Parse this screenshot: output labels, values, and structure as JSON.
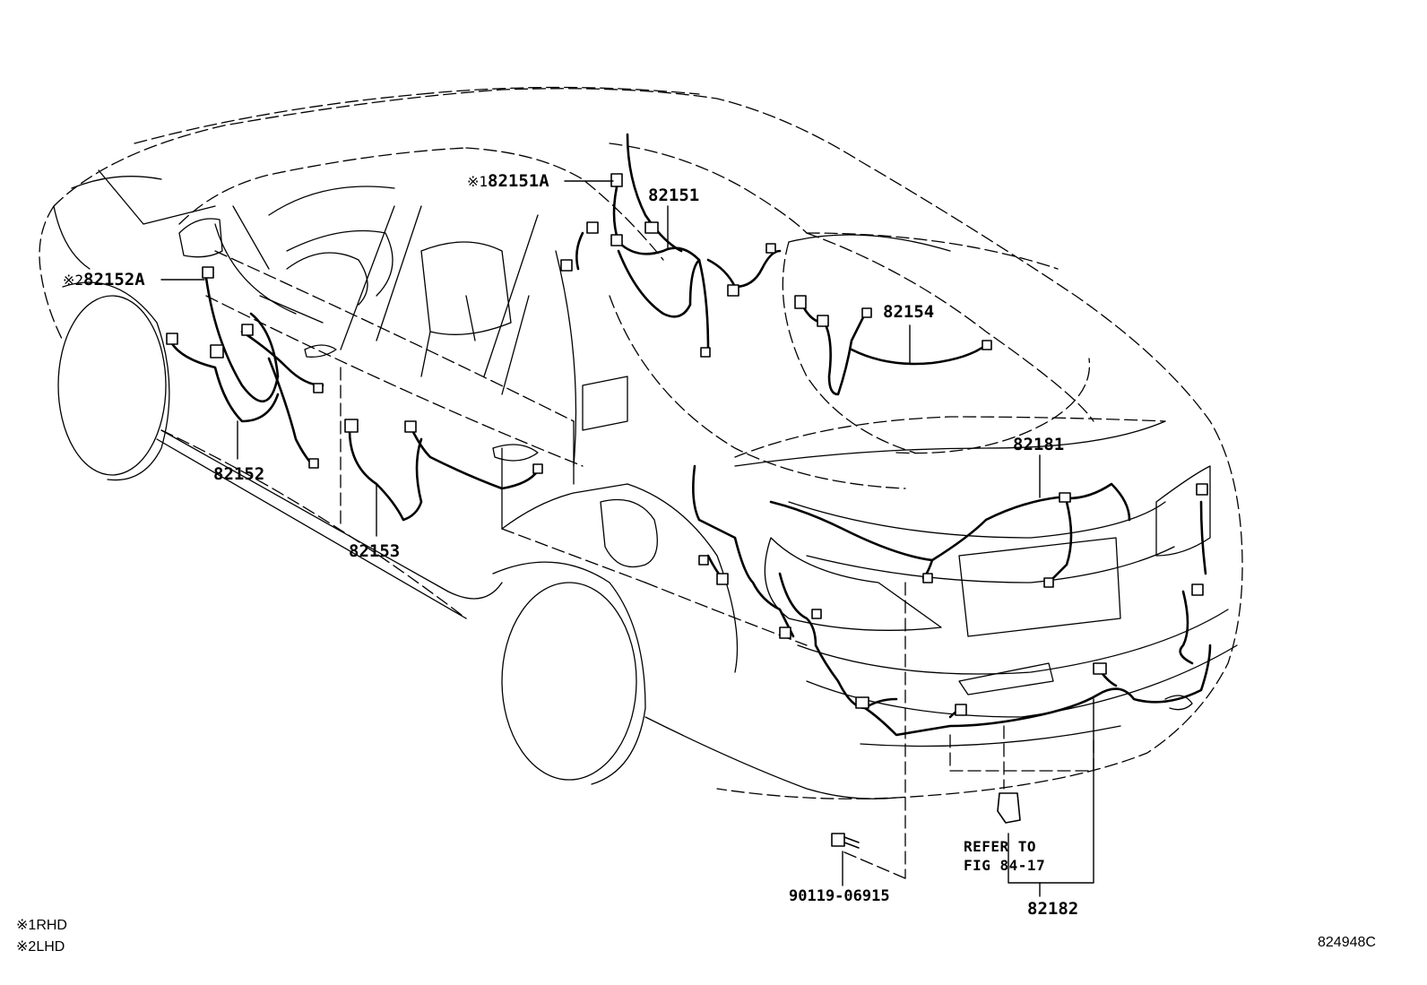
{
  "parts": {
    "p82151a": {
      "marker": "※1",
      "code": "82151A"
    },
    "p82151": "82151",
    "p82152a": {
      "marker": "※2",
      "code": "82152A"
    },
    "p82152": "82152",
    "p82153": "82153",
    "p82154": "82154",
    "p82181": "82181",
    "p82182": "82182",
    "p90119": "90119-06915"
  },
  "refer": {
    "line1": "REFER TO",
    "line2": "FIG 84-17"
  },
  "legend": [
    {
      "marker": "※1",
      "text": "RHD"
    },
    {
      "marker": "※2",
      "text": "LHD"
    }
  ],
  "figure_id": "824948C",
  "colors": {
    "ink": "#000000",
    "background": "#ffffff"
  }
}
